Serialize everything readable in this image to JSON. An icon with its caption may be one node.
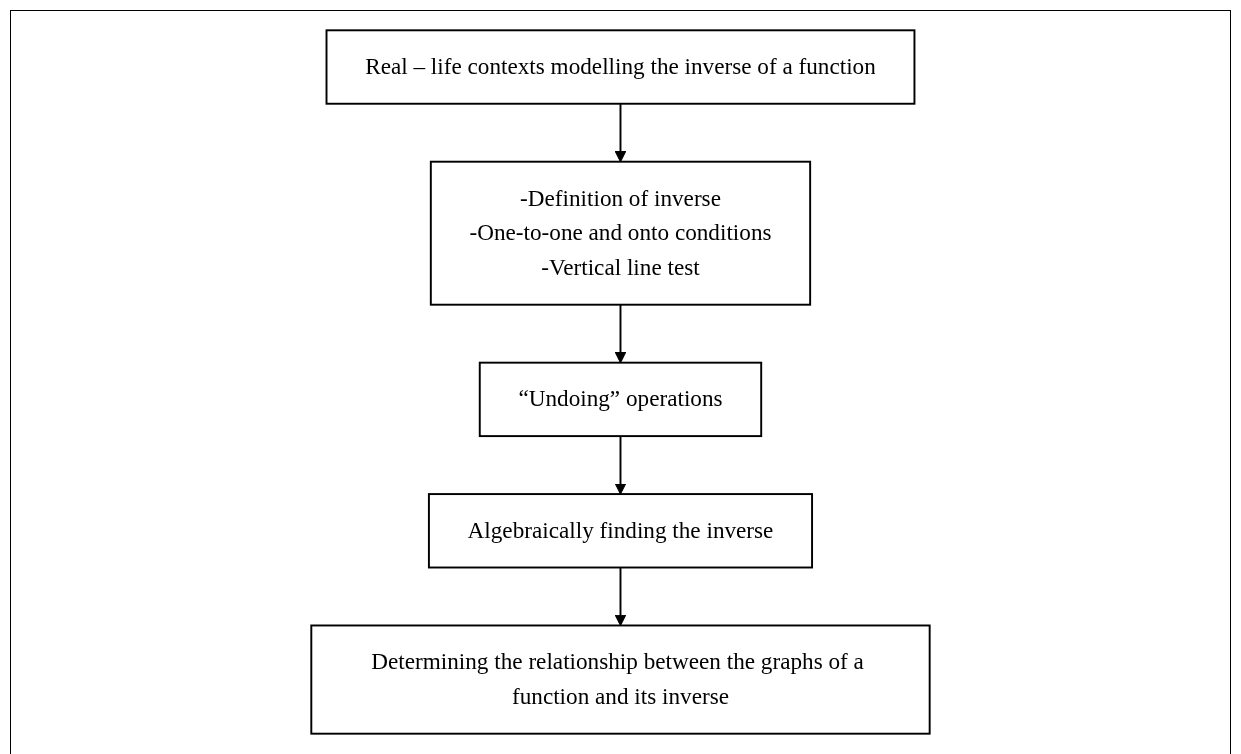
{
  "diagram": {
    "nodes": [
      {
        "text": [
          "Real – life contexts modelling the inverse of a function"
        ]
      },
      {
        "text": [
          "-Definition of inverse",
          "-One-to-one and onto conditions",
          "-Vertical line test"
        ]
      },
      {
        "text": [
          "“Undoing” operations"
        ]
      },
      {
        "text": [
          "Algebraically finding the inverse"
        ]
      },
      {
        "text": [
          "Determining the relationship between the graphs of a function and its inverse"
        ]
      }
    ],
    "edges": [
      {
        "from": 0,
        "to": 1,
        "arrow": "to"
      },
      {
        "from": 1,
        "to": 2,
        "arrow": "to"
      },
      {
        "from": 2,
        "to": 3,
        "arrow": "to"
      },
      {
        "from": 3,
        "to": 4,
        "arrow": "to"
      }
    ]
  }
}
